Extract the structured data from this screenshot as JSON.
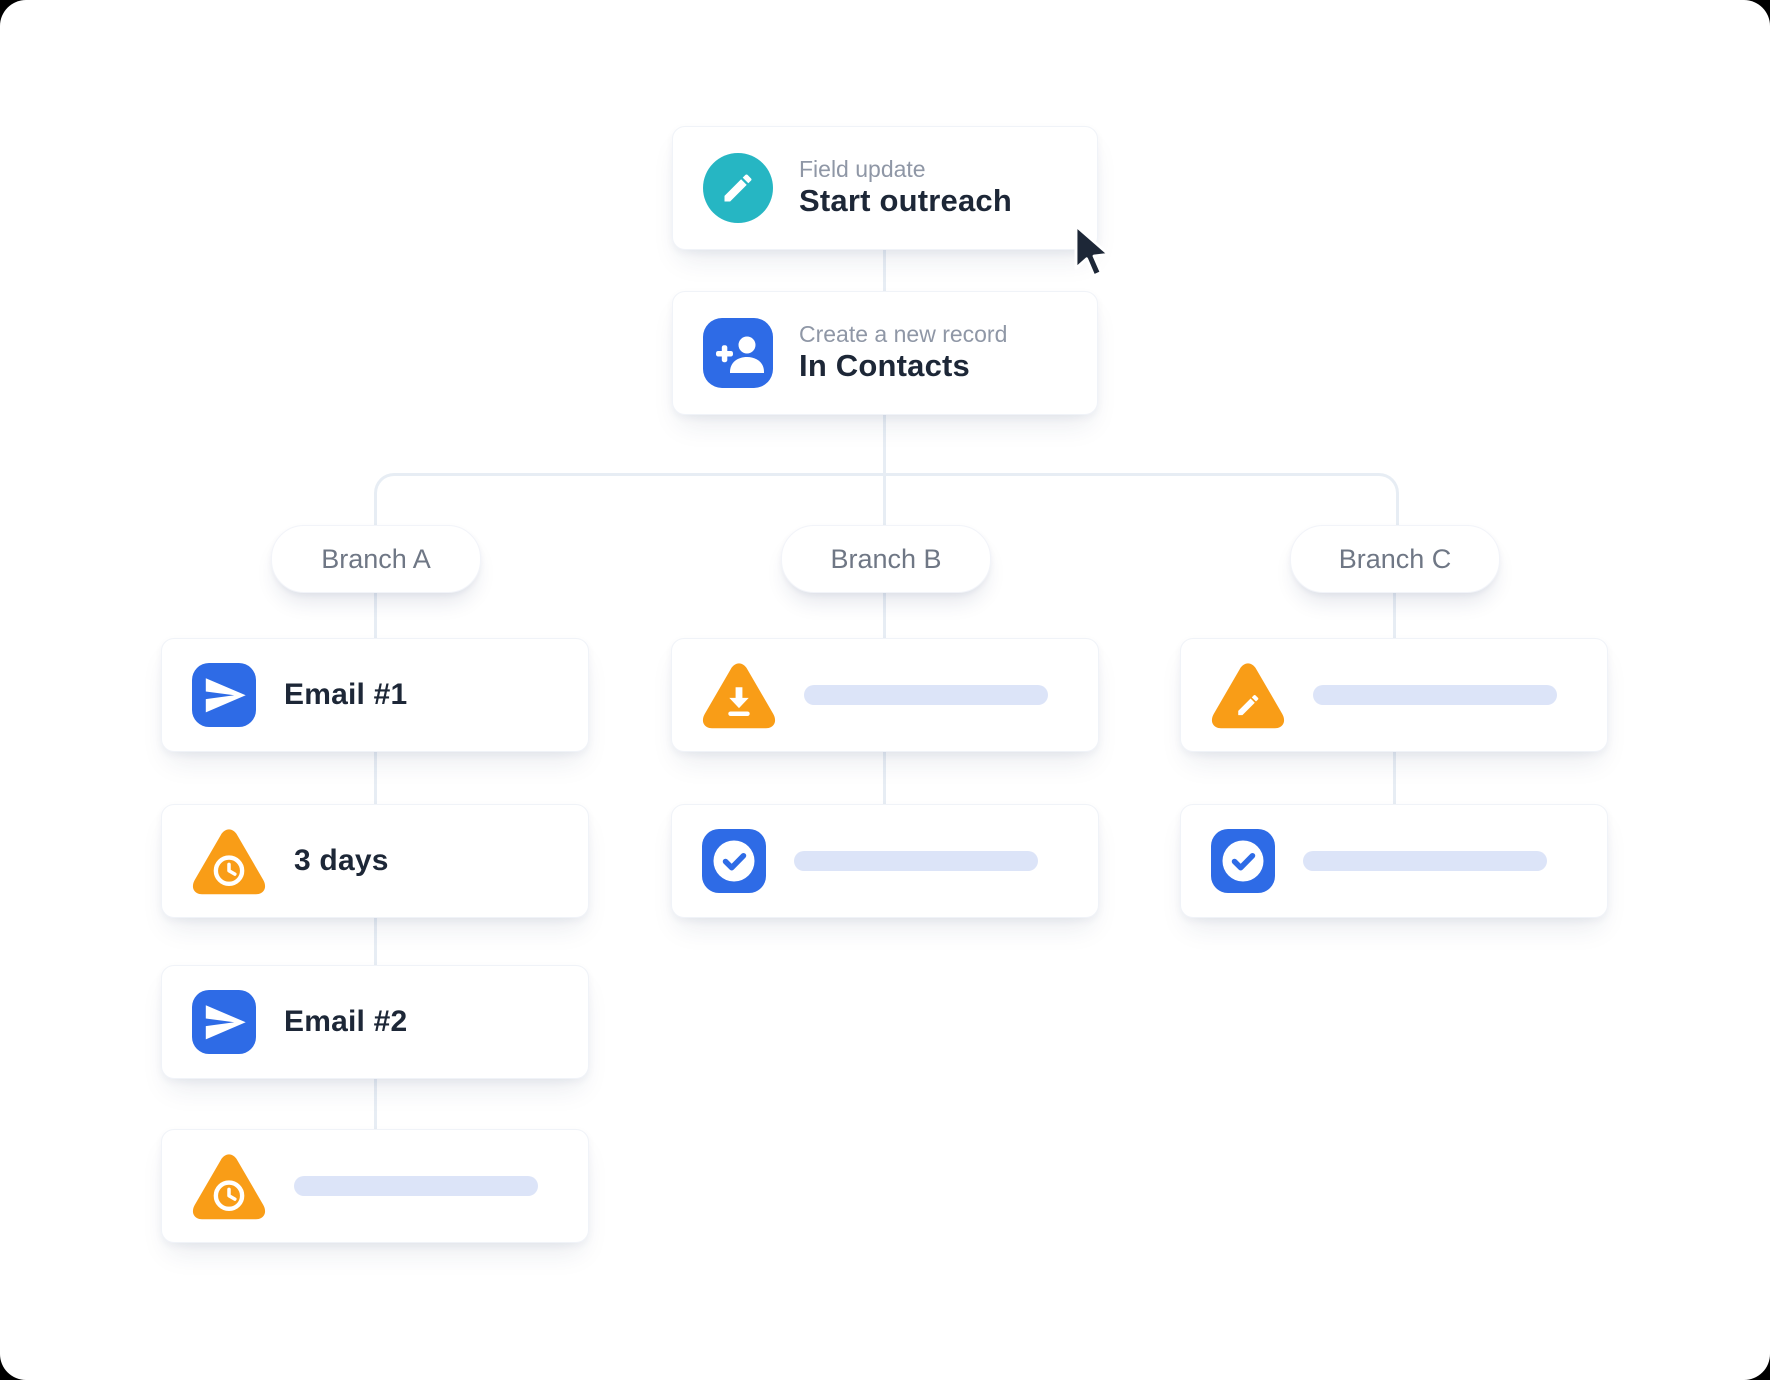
{
  "workflow": {
    "root_nodes": [
      {
        "category": "Field update",
        "title": "Start outreach",
        "icon": "pencil-icon",
        "icon_shape": "circle",
        "icon_color": "#26b6c3"
      },
      {
        "category": "Create a new record",
        "title": "In Contacts",
        "icon": "person-add-icon",
        "icon_shape": "rounded-square",
        "icon_color": "#2e6be6"
      }
    ],
    "branches": [
      {
        "label": "Branch A",
        "nodes": [
          {
            "title": "Email #1",
            "icon": "send-icon",
            "icon_color": "#2e6be6",
            "placeholder": false
          },
          {
            "title": "3 days",
            "icon": "clock-delay-icon",
            "icon_color": "#f99d17",
            "placeholder": false
          },
          {
            "title": "Email #2",
            "icon": "send-icon",
            "icon_color": "#2e6be6",
            "placeholder": false
          },
          {
            "title": "",
            "icon": "clock-delay-icon",
            "icon_color": "#f99d17",
            "placeholder": true
          }
        ]
      },
      {
        "label": "Branch B",
        "nodes": [
          {
            "title": "",
            "icon": "download-triangle-icon",
            "icon_color": "#f99d17",
            "placeholder": true
          },
          {
            "title": "",
            "icon": "check-icon",
            "icon_color": "#2e6be6",
            "placeholder": true
          }
        ]
      },
      {
        "label": "Branch C",
        "nodes": [
          {
            "title": "",
            "icon": "edit-triangle-icon",
            "icon_color": "#f99d17",
            "placeholder": true
          },
          {
            "title": "",
            "icon": "check-icon",
            "icon_color": "#2e6be6",
            "placeholder": true
          }
        ]
      }
    ],
    "cursor": "arrow-pointer"
  },
  "colors": {
    "canvas_bg": "#ffffff",
    "outer_bg": "#000000",
    "teal": "#26b6c3",
    "blue": "#2e6be6",
    "orange": "#f99d17",
    "title_text": "#1d2737",
    "secondary_text": "#8f97a6",
    "pill_text": "#6f7785",
    "connector": "#e7edf4",
    "placeholder_bar": "#dce4f8"
  }
}
